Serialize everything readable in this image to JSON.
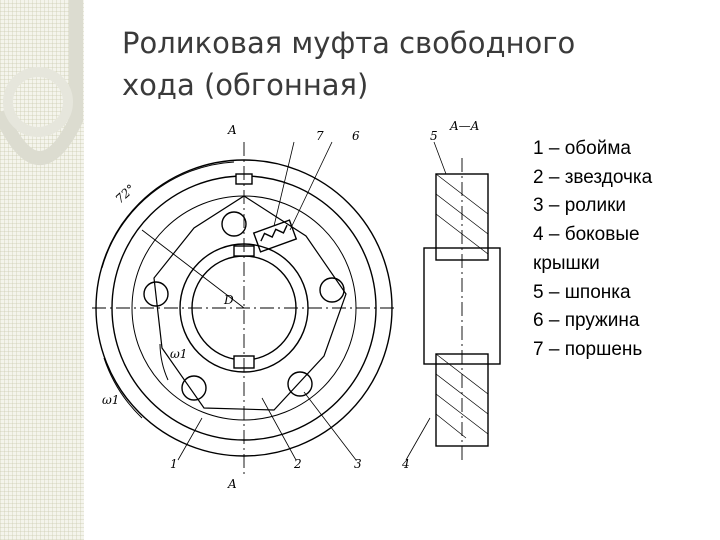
{
  "slide": {
    "title_line1": "Роликовая муфта свободного",
    "title_line2": "хода (обгонная)"
  },
  "legend": [
    "1 – обойма",
    "2 – звездочка",
    "3 – ролики",
    "4 – боковые",
    "крышки",
    "5 – шпонка",
    "6 – пружина",
    "7 – поршень"
  ],
  "drawing_labels": {
    "section_top": "A",
    "section_bottom": "A",
    "section_view": "A—A",
    "angle": "72°",
    "diameter": "D",
    "omega1_outer": "ω1",
    "omega1_inner": "ω1",
    "part1": "1",
    "part2": "2",
    "part3": "3",
    "part4": "4",
    "part5": "5",
    "part6": "6",
    "part7": "7"
  },
  "colors": {
    "title": "#3a3a3a",
    "background": "#ffffff",
    "strip": "#f4f4ec"
  }
}
